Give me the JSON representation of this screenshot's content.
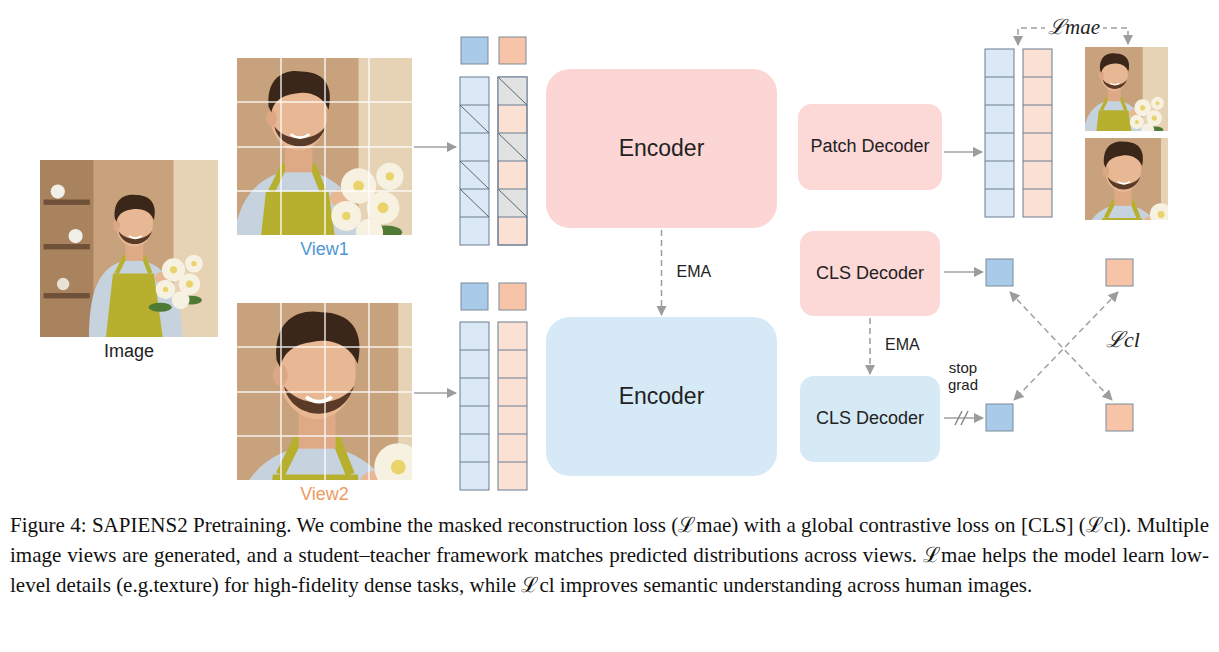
{
  "diagram": {
    "caption": "Figure 4: SAPIENS2 Pretraining. We combine the masked reconstruction loss (ℒmae) with a global contrastive loss on [CLS] (ℒcl). Multiple image views are generated, and a student–teacher framework matches predicted distributions across views. ℒmae helps the model learn low-level details (e.g.texture) for high-fidelity dense tasks, while ℒcl improves semantic understanding across human images.",
    "nodes": [
      {
        "text": [
          "Image"
        ]
      },
      {
        "text": [
          "View1"
        ]
      },
      {
        "text": [
          "View2"
        ]
      },
      {
        "text": [
          "Encoder"
        ]
      },
      {
        "text": [
          "Encoder"
        ]
      },
      {
        "text": [
          "Patch Decoder"
        ]
      },
      {
        "text": [
          "CLS Decoder"
        ]
      },
      {
        "text": [
          "CLS Decoder"
        ]
      }
    ],
    "edges": [
      {
        "from": 3,
        "to": 4,
        "label": "EMA",
        "arrow": "to"
      },
      {
        "from": 6,
        "to": 7,
        "label": "EMA",
        "arrow": "to"
      }
    ],
    "labels": [
      "ℒmae",
      "stop grad",
      "ℒcl"
    ]
  }
}
